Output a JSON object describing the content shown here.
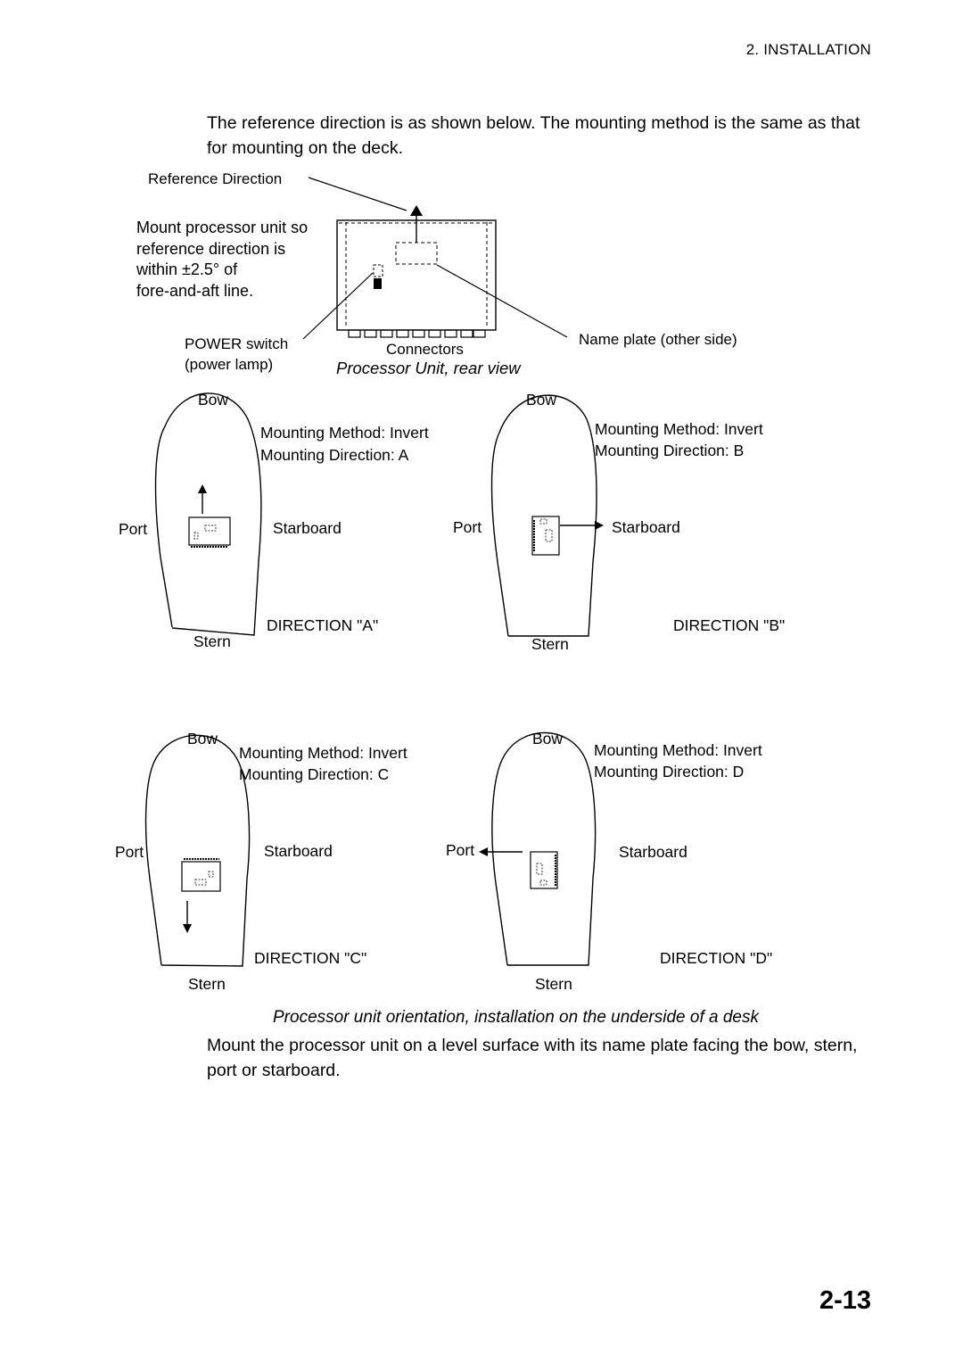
{
  "header": {
    "section": "2. INSTALLATION"
  },
  "intro": "The reference direction is as shown below. The mounting method is the same as that for mounting on the deck.",
  "rear_view": {
    "reference_direction": "Reference Direction",
    "mount_note": [
      "Mount processor unit so",
      "reference direction is",
      "within ±2.5° of",
      "fore-and-aft line."
    ],
    "power_switch": [
      "POWER switch",
      "(power lamp)"
    ],
    "connectors": "Connectors",
    "name_plate": "Name plate (other side)",
    "caption": "Processor Unit, rear view"
  },
  "boats": [
    {
      "bow": "Bow",
      "stern": "Stern",
      "port": "Port",
      "starboard": "Starboard",
      "method": "Mounting Method: Invert",
      "direction_line": "Mounting Direction: A",
      "direction": "DIRECTION \"A\""
    },
    {
      "bow": "Bow",
      "stern": "Stern",
      "port": "Port",
      "starboard": "Starboard",
      "method": "Mounting Method: Invert",
      "direction_line": "Mounting Direction: B",
      "direction": "DIRECTION \"B\""
    },
    {
      "bow": "Bow",
      "stern": "Stern",
      "port": "Port",
      "starboard": "Starboard",
      "method": "Mounting Method: Invert",
      "direction_line": "Mounting Direction: C",
      "direction": "DIRECTION \"C\""
    },
    {
      "bow": "Bow",
      "stern": "Stern",
      "port": "Port",
      "starboard": "Starboard",
      "method": "Mounting Method: Invert",
      "direction_line": "Mounting Direction: D",
      "direction": "DIRECTION \"D\""
    }
  ],
  "figure_caption": "Processor unit orientation, installation on the underside of a desk",
  "outro": "Mount the processor unit on a level surface with its name plate facing the bow, stern, port or starboard.",
  "page_number": "2-13"
}
